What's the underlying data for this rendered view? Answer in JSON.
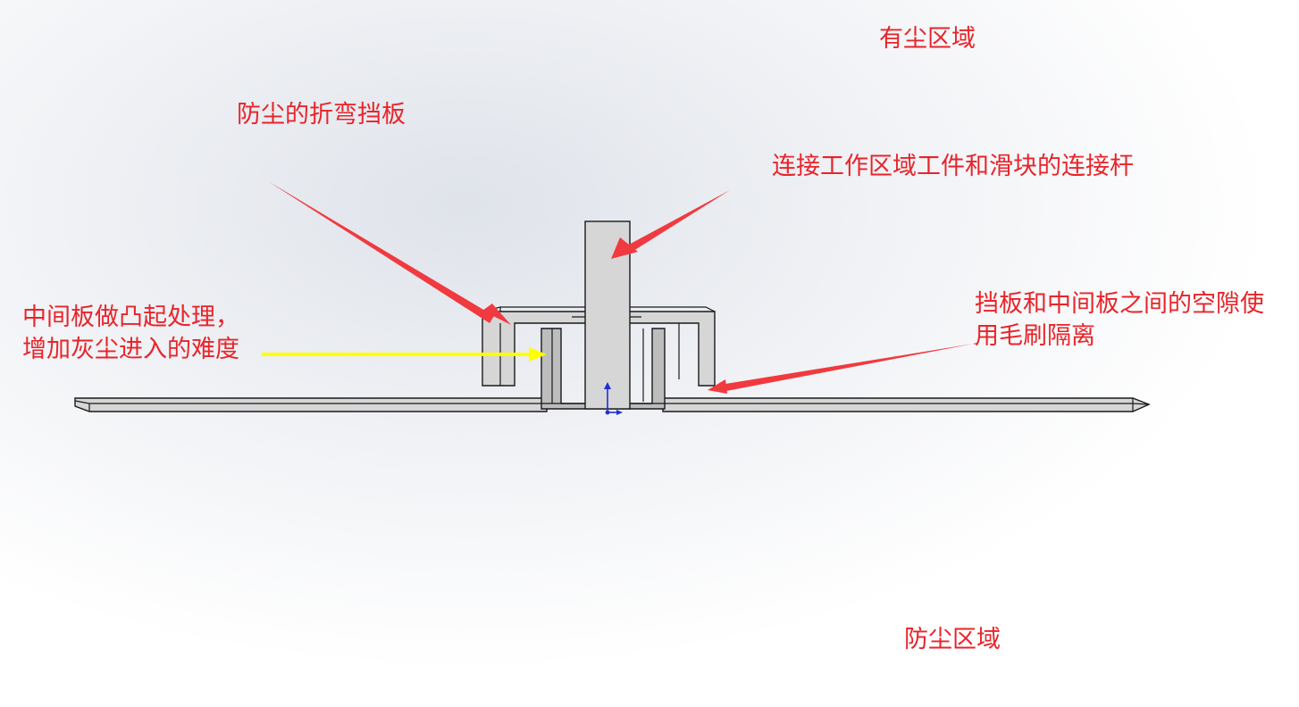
{
  "labels": {
    "dust_zone": "有尘区域",
    "bent_baffle": "防尘的折弯挡板",
    "connecting_rod": "连接工作区域工件和滑块的连接杆",
    "middle_plate_line1": "中间板做凸起处理，",
    "middle_plate_line2": "增加灰尘进入的难度",
    "gap_brush_line1": "挡板和中间板之间的空隙使",
    "gap_brush_line2": "用毛刷隔离",
    "dust_free_zone": "防尘区域"
  },
  "colors": {
    "label_text": "#e8242a",
    "red_arrow": "#f03a3f",
    "yellow_arrow": "#ffff00",
    "part_fill": "#d6d6d6",
    "part_outline": "#1a1a1a",
    "axis_triad": "#1f2fd6"
  },
  "icons": {
    "origin_marker": "coordinate-triad-icon"
  }
}
